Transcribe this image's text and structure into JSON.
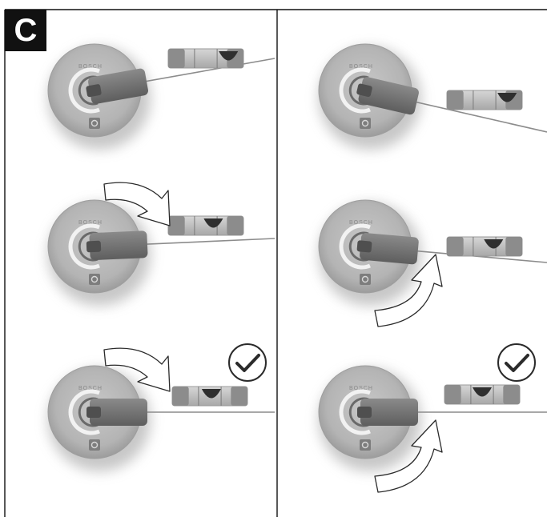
{
  "figure": {
    "panel_letter": "C",
    "brand_text": "BOSCH",
    "colors": {
      "border": "#111111",
      "disc_outer": "#b9b9b9",
      "disc_inner": "#9a9a9a",
      "arm": "#707070",
      "vial_light": "#c9c9c9",
      "vial_dark": "#8a8a8a",
      "arrow_fill": "#ffffff",
      "check_stroke": "#2b2b2b"
    },
    "columns": [
      {
        "id": "left",
        "steps": [
          {
            "id": "tilt-start",
            "rotation_arrow": "none",
            "checkmark": false,
            "line_state": "tilted"
          },
          {
            "id": "rotate-clockwise-1",
            "rotation_arrow": "clockwise",
            "checkmark": false,
            "line_state": "slight-tilt"
          },
          {
            "id": "level-reached",
            "rotation_arrow": "clockwise",
            "checkmark": true,
            "line_state": "level"
          }
        ]
      },
      {
        "id": "right",
        "steps": [
          {
            "id": "tilt-start",
            "rotation_arrow": "none",
            "checkmark": false,
            "line_state": "tilted-down"
          },
          {
            "id": "rotate-counterclockwise-1",
            "rotation_arrow": "counterclockwise",
            "checkmark": false,
            "line_state": "slight-tilt"
          },
          {
            "id": "level-reached",
            "rotation_arrow": "counterclockwise",
            "checkmark": true,
            "line_state": "level"
          }
        ]
      }
    ]
  }
}
